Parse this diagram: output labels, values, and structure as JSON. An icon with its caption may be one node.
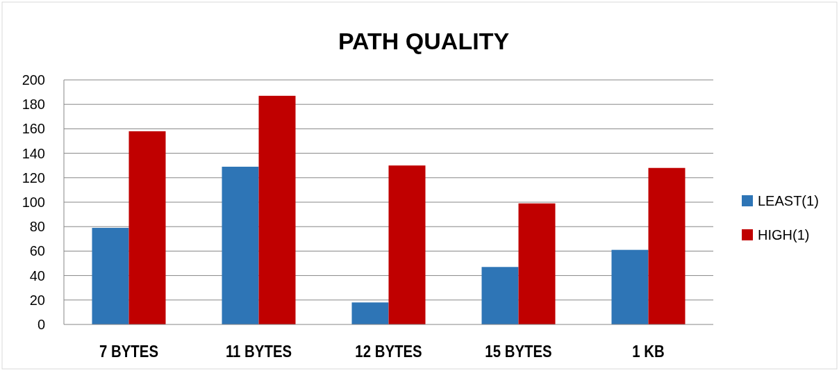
{
  "diagram": {
    "chart_data": {
      "type": "bar",
      "title": "PATH QUALITY",
      "categories": [
        "7 BYTES",
        "11 BYTES",
        "12 BYTES",
        "15 BYTES",
        "1 KB"
      ],
      "series": [
        {
          "name": "LEAST(1)",
          "color": "#2e75b6",
          "values": [
            79,
            129,
            18,
            47,
            61
          ]
        },
        {
          "name": "HIGH(1)",
          "color": "#c00000",
          "values": [
            158,
            187,
            130,
            99,
            128
          ]
        }
      ],
      "grid": true,
      "legend": "right",
      "ylim": [
        0,
        200
      ],
      "yticks": [
        0,
        20,
        40,
        60,
        80,
        100,
        120,
        140,
        160,
        180,
        200
      ]
    }
  }
}
